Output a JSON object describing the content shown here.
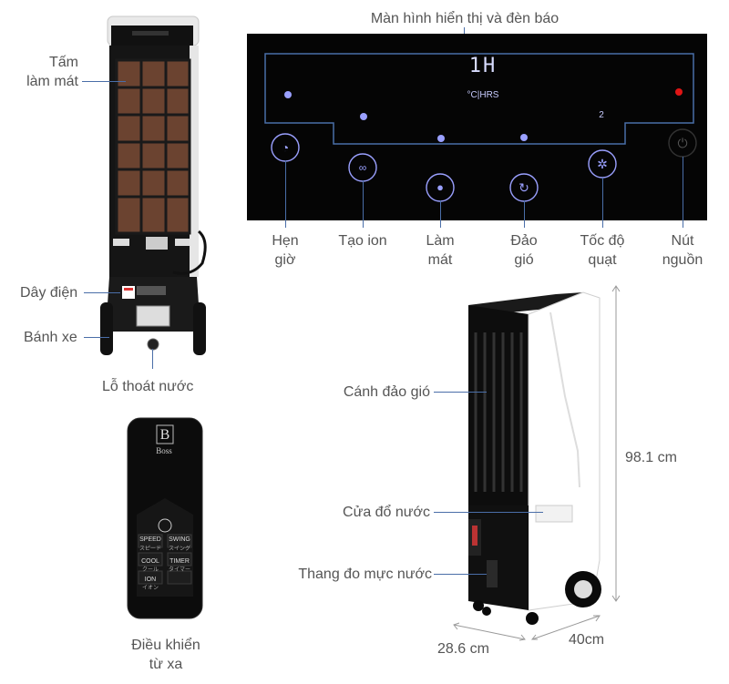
{
  "rear_view": {
    "cooling_pad_label": "Tấm\nlàm mát",
    "power_cord_label": "Dây điện",
    "wheel_label": "Bánh xe",
    "drain_label": "Lỗ thoát nước"
  },
  "control_panel": {
    "display_label": "Màn hình hiển thị và đèn báo",
    "display_value": "1H",
    "display_units": "°C|HRS",
    "speed_indicator": "2",
    "buttons": [
      {
        "label": "Hẹn\ngiờ",
        "icon": "timer-icon"
      },
      {
        "label": "Tạo ion",
        "icon": "ion-icon"
      },
      {
        "label": "Làm\nmát",
        "icon": "water-drop-icon"
      },
      {
        "label": "Đảo\ngió",
        "icon": "swing-icon"
      },
      {
        "label": "Tốc độ\nquạt",
        "icon": "fan-icon"
      },
      {
        "label": "Nút\nnguồn",
        "icon": "power-icon"
      }
    ],
    "colors": {
      "panel": "#050505",
      "indicator": "#9aa0ff",
      "power_led": "#e01515",
      "outline": "#4a6ea8"
    }
  },
  "remote": {
    "brand": "Boss",
    "brand_mark": "B",
    "keys": [
      "SPEED",
      "SWING",
      "スピード",
      "スイング",
      "COOL",
      "TIMER",
      "クール",
      "タイマー",
      "ION",
      "イオン"
    ],
    "label": "Điều khiển\ntừ xa"
  },
  "front_view": {
    "louver_label": "Cánh đảo gió",
    "water_door_label": "Cửa đổ nước",
    "water_gauge_label": "Thang đo mực nước",
    "height": "98.1 cm",
    "width": "28.6 cm",
    "depth": "40cm"
  }
}
